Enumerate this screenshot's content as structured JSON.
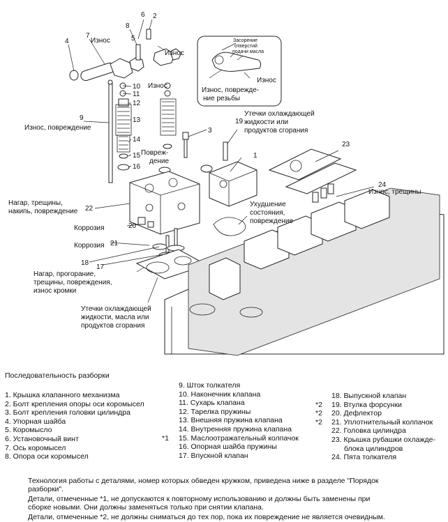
{
  "callouts": {
    "wear_top": "Износ",
    "wear_top_right": "Износ",
    "wear_mid": "Износ",
    "clogged_holes": [
      "Засорение",
      "отверстий",
      "подачи масла"
    ],
    "wear_box": "Износ",
    "wear_damage_thread": [
      "Износ, поврежде-",
      "ние резьбы"
    ],
    "wear_damage_9": "Износ, повреждение",
    "damage_15": [
      "Повреж-",
      "дение"
    ],
    "leak_19": [
      "Утечки охлаждающей",
      "жидкости или",
      "продуктов сгорания"
    ],
    "wear_cracks_24": "Износ, трещины",
    "deterioration": [
      "Ухудшение",
      "состояния,",
      "повреждение"
    ],
    "deposits_22": [
      "Нагар, трещины,",
      "накипь, повреждение"
    ],
    "corrosion_20": "Коррозия",
    "corrosion_21": "Коррозия",
    "deposits_17": [
      "Нагар, прогорание,",
      "трещины, повреждения,",
      "износ кромки"
    ],
    "leak_bottom": [
      "Утечки охлаждающей",
      "жидкости, масла или",
      "продуктов сгорания"
    ]
  },
  "part_numbers": [
    "1",
    "2",
    "3",
    "4",
    "5",
    "6",
    "7",
    "8",
    "9",
    "10",
    "11",
    "12",
    "13",
    "14",
    "15",
    "16",
    "17",
    "18",
    "19",
    "20",
    "21",
    "22",
    "23",
    "24"
  ],
  "legend": {
    "heading": "Последовательность разборки",
    "col1": [
      "1. Крышка клапанного механизма",
      "2. Болт крепления опоры оси коромысел",
      "3. Болт крепления головки цилиндра",
      "4. Упорная шайба",
      "5. Коромысло",
      "6. Установочный винт",
      "7. Ось коромысел",
      "8. Опора оси коромысел"
    ],
    "col2": [
      "9. Шток толкателя",
      "10. Наконечник клапана",
      "11. Сухарь клапана",
      "12. Тарелка пружины",
      "13. Внешняя пружина клапана",
      "14. Внутренняя пружина клапана",
      "15. Маслоотражательный колпачок",
      "16. Опорная шайба пружины",
      "17. Впускной клапан"
    ],
    "col2_marks": [
      "",
      "",
      "",
      "",
      "",
      "",
      "*1",
      "",
      ""
    ],
    "col3": [
      "18. Выпускной клапан",
      "19. Втулка форсунки",
      "20. Дефлектор",
      "21. Уплотнительный колпачок",
      "22. Головка цилиндра",
      "23. Крышка рубашки охлажде-",
      "блока цилиндров",
      "24. Пята толкателя"
    ],
    "col3_marks": [
      "",
      "*2",
      "*2",
      "*2",
      "",
      "",
      "",
      ""
    ]
  },
  "notes": [
    "Технология работы с деталями, номер которых обведен кружком, приведена ниже в разделе \"Порядок",
    "разборки\".",
    "Детали, отмеченные *1, не допускаются к повторному использованию и должны быть заменены при",
    "сборке новыми. Они должны заменяться только при снятии клапана.",
    "Детали, отмеченные *2, не должны сниматься до тех пор, пока их повреждение не является очевидным."
  ]
}
